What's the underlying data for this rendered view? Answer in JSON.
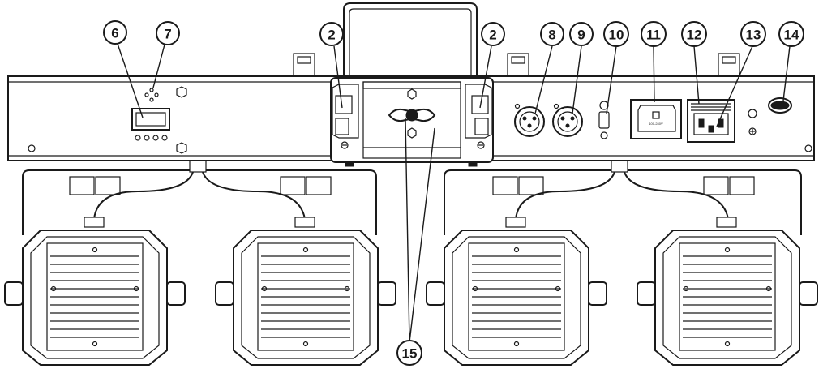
{
  "callouts": {
    "c6": "6",
    "c7": "7",
    "c2a": "2",
    "c2b": "2",
    "c8": "8",
    "c9": "9",
    "c10": "10",
    "c11": "11",
    "c12": "12",
    "c13": "13",
    "c14": "14",
    "c15": "15"
  },
  "colors": {
    "line": "#1a1a1a",
    "background": "#ffffff"
  }
}
